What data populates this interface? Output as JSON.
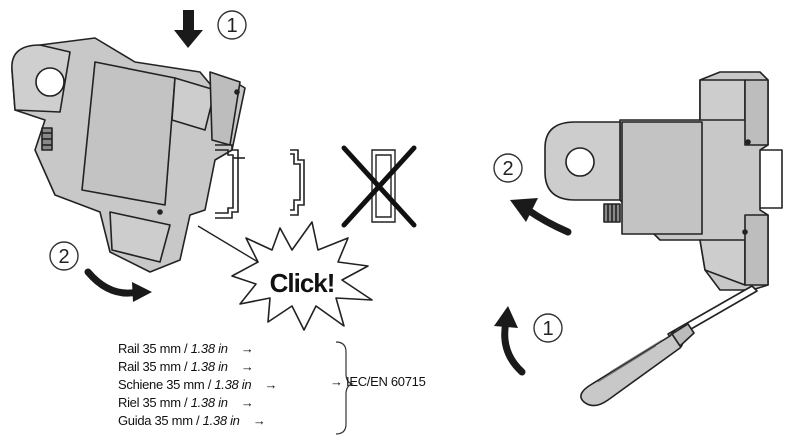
{
  "steps": {
    "left_top": "1",
    "left_bottom": "2",
    "right_top": "2",
    "right_bottom": "1"
  },
  "click_label": "Click!",
  "rails": [
    {
      "name": "Rail 35 mm /",
      "size": "1.38 in",
      "arrow": "→"
    },
    {
      "name": "Rail 35 mm /",
      "size": "1.38 in",
      "arrow": "→"
    },
    {
      "name": "Schiene 35 mm /",
      "size": "1.38 in",
      "arrow": "→"
    },
    {
      "name": "Riel 35 mm /",
      "size": "1.38 in",
      "arrow": "→"
    },
    {
      "name": "Guida 35 mm /",
      "size": "1.38 in",
      "arrow": "→"
    }
  ],
  "standard": {
    "arrow": "→",
    "label": "IEC/EN 60715"
  },
  "icons": [
    "down-arrow-icon",
    "curved-arrow-icon",
    "cross-icon",
    "screwdriver-icon"
  ],
  "colors": {
    "device_fill": "#c8c8c8",
    "outline": "#222222",
    "arrow": "#1a1a1a"
  }
}
